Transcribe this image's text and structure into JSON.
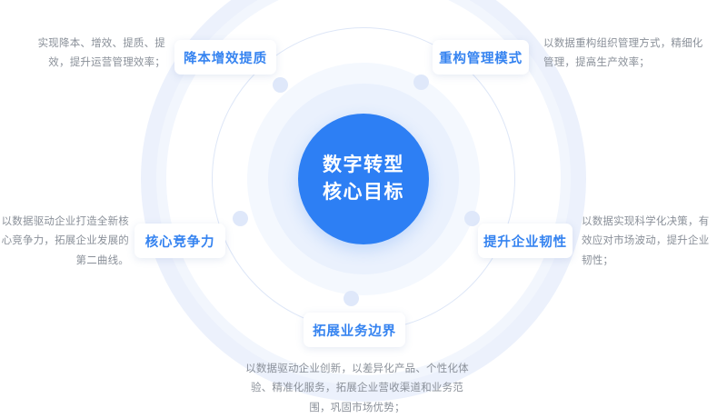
{
  "center": {
    "line1": "数字转型",
    "line2": "核心目标",
    "bg_color": "#2d7ff4",
    "text_color": "#ffffff"
  },
  "theme": {
    "accent_blue": "#3583f0",
    "core_blue": "#2d7ff4",
    "halo_blue": "#eaf1fd",
    "band_blue": "#e9effb",
    "dot_blue": "#dfe8fa",
    "desc_gray": "#8a9099",
    "background": "#ffffff"
  },
  "nodes": [
    {
      "id": "cost-efficiency",
      "label": "降本增效提质",
      "description": "实现降本、增效、提质、提效，提升运营管理效率；",
      "align": "right"
    },
    {
      "id": "management-model",
      "label": "重构管理模式",
      "description": "以数据重构组织管理方式，精细化管理，提高生产效率；",
      "align": "left"
    },
    {
      "id": "core-competitiveness",
      "label": "核心竞争力",
      "description": "以数据驱动企业打造全新核心竞争力，拓展企业发展的第二曲线。",
      "align": "right"
    },
    {
      "id": "enterprise-resilience",
      "label": "提升企业韧性",
      "description": "以数据实现科学化决策，有效应对市场波动，提升企业韧性；",
      "align": "left"
    },
    {
      "id": "business-boundary",
      "label": "拓展业务边界",
      "description": "以数据驱动企业创新，以差异化产品、个性化体验、精准化服务，拓展企业营收渠道和业务范围，巩固市场优势；",
      "align": "center"
    }
  ]
}
